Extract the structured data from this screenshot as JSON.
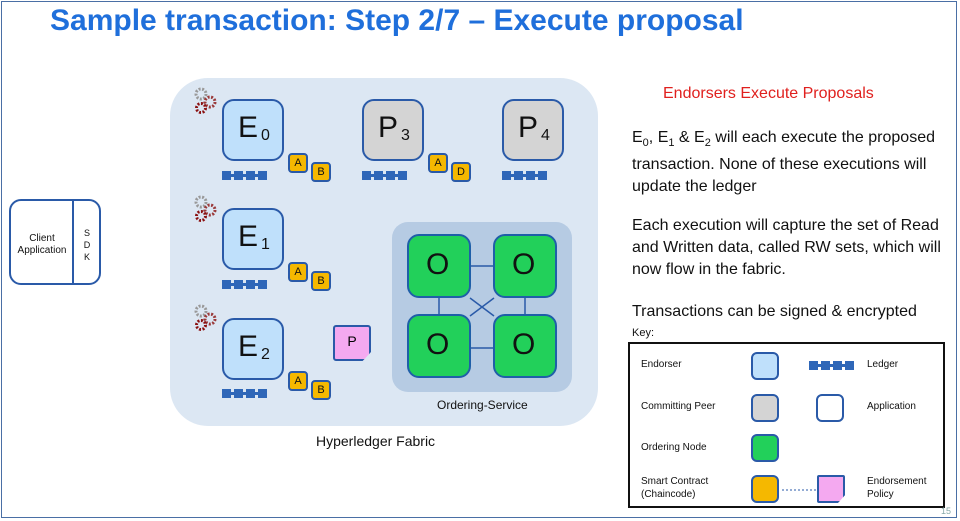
{
  "title": "Sample transaction: Step 2/7 – Execute proposal",
  "client": {
    "app_line1": "Client",
    "app_line2": "Application",
    "sdk": [
      "S",
      "D",
      "K"
    ]
  },
  "fabric_label": "Hyperledger Fabric",
  "ordering_label": "Ordering-Service",
  "nodes": {
    "e0": {
      "letter": "E",
      "sub": "0",
      "contracts": [
        "A",
        "B"
      ]
    },
    "p3": {
      "letter": "P",
      "sub": "3",
      "contracts": [
        "A",
        "D"
      ]
    },
    "p4": {
      "letter": "P",
      "sub": "4"
    },
    "e1": {
      "letter": "E",
      "sub": "1",
      "contracts": [
        "A",
        "B"
      ]
    },
    "e2": {
      "letter": "E",
      "sub": "2",
      "contracts": [
        "A",
        "B"
      ]
    },
    "orderers": [
      "O",
      "O",
      "O",
      "O"
    ]
  },
  "proposal_label": "P",
  "right_title": "Endorsers Execute Proposals",
  "para1": {
    "e0": "E",
    "e0_sub": "0",
    "sep1": ", ",
    "e1": "E",
    "e1_sub": "1",
    "sep2": " & ",
    "e2": "E",
    "e2_sub": "2",
    "rest": " will each execute the proposed transaction. None of these executions will update the ledger"
  },
  "para2": "Each execution will capture the set of Read and Written data, called RW sets, which will now flow in the fabric.",
  "para3": "Transactions can be signed & encrypted",
  "key": {
    "label": "Key:",
    "endorser": "Endorser",
    "ledger": "Ledger",
    "committing_peer": "Committing Peer",
    "application": "Application",
    "ordering_node": "Ordering Node",
    "smart_contract_line1": "Smart Contract",
    "smart_contract_line2": "(Chaincode)",
    "endorsement_policy_line1": "Endorsement",
    "endorsement_policy_line2": "Policy"
  },
  "page_number": "15",
  "colors": {
    "title": "#1f6fdb",
    "endorser": "#bfe0fb",
    "committer": "#d4d4d4",
    "orderer": "#22d05a",
    "contract": "#f5b800",
    "policy": "#f4a9f0",
    "accent_red": "#e0201e",
    "border_blue": "#2a5aa8"
  }
}
